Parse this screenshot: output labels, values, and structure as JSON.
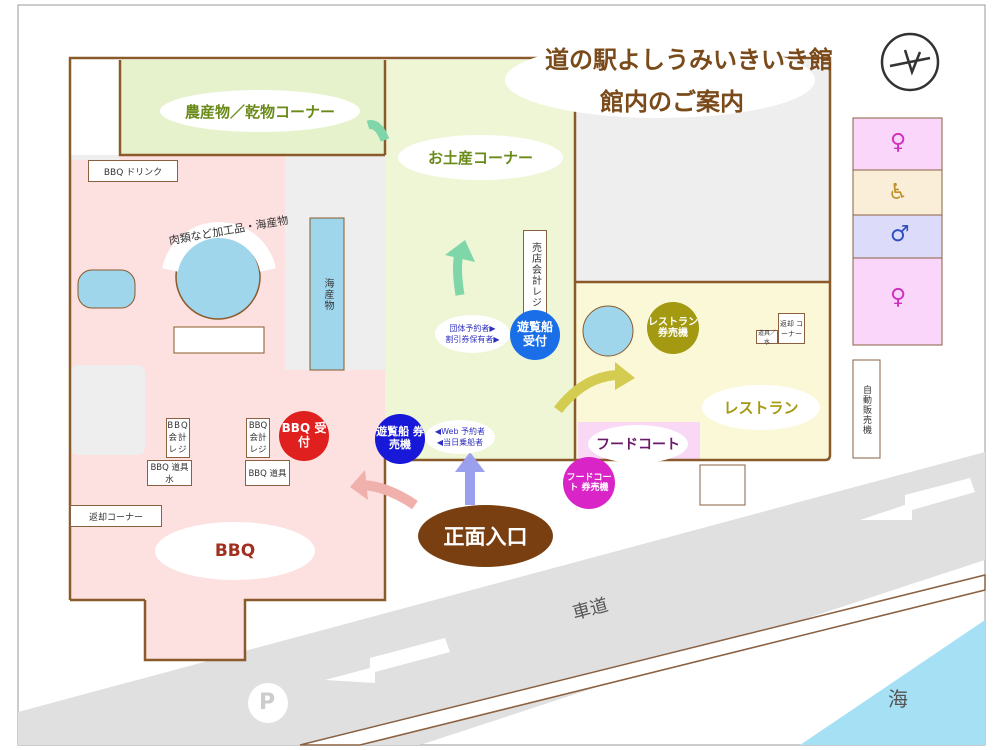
{
  "title": {
    "line1": "道の駅よしうみいきいき館",
    "line2": "館内のご案内"
  },
  "zones": {
    "produce": "農産物／乾物コーナー",
    "souvenir": "お土産コーナー",
    "bbq": "BBQ",
    "restaurant": "レストラン",
    "food_court": "フードコート",
    "entrance": "正面入口",
    "meat_arc": "肉類など加工品・海産物",
    "seafood": "海産物",
    "road": "車道",
    "sea": "海"
  },
  "labels": {
    "bbq_drink": "BBQ ドリンク",
    "bbq_register_1": "BBQ 会計 レジ",
    "bbq_register_2": "BBQ 会計 レジ",
    "bbq_tools_water": "BBQ 道具 水",
    "bbq_tools": "BBQ 道具",
    "return_corner": "返却コーナー",
    "shop_register": "売店会計レジ",
    "group_reservation": "団体予約者▶",
    "discount_holder": "割引券保有者▶",
    "web_reservation": "◀Web 予約者",
    "same_day": "◀当日乗船者",
    "rest_tools": "道具／水",
    "rest_return": "返却 コーナー",
    "vending": "自動販売機",
    "parking": "P"
  },
  "badges": {
    "bbq_reception": "BBQ 受付",
    "boat_reception": "遊覧船 受付",
    "boat_ticket": "遊覧船 券売機",
    "restaurant_ticket": "レストラン 券売機",
    "foodcourt_ticket": "フードコート 券売機"
  },
  "colors": {
    "brand": "#7a4a1a",
    "bbq_red": "#e0201e",
    "boat_blue": "#1a6fe8",
    "boat_navy": "#1818d8",
    "olive": "#a39a12",
    "magenta": "#d925c8",
    "produce_green": "#6a8a1a",
    "purple": "#6a1a6a"
  }
}
